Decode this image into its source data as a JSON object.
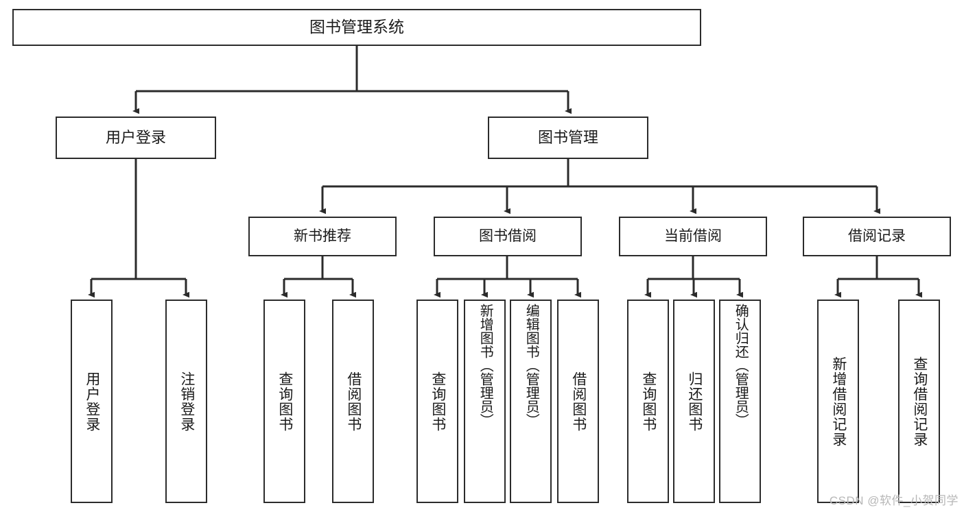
{
  "diagram": {
    "type": "tree",
    "title": "图书管理系统",
    "orientation": "top-down",
    "colors": {
      "box_border": "#2b2b2b",
      "box_fill": "#ffffff",
      "edge": "#2b2b2b",
      "text": "#1a1a1a",
      "watermark": "#b7b7b7",
      "background": "#ffffff"
    },
    "root": {
      "label": "图书管理系统"
    },
    "level2": [
      {
        "label": "用户登录"
      },
      {
        "label": "图书管理"
      }
    ],
    "level3": [
      {
        "label": "新书推荐"
      },
      {
        "label": "图书借阅"
      },
      {
        "label": "当前借阅"
      },
      {
        "label": "借阅记录"
      }
    ],
    "leaves": {
      "user_login": [
        {
          "label": "用户登录"
        },
        {
          "label": "注销登录"
        }
      ],
      "new_book_recommend": [
        {
          "label": "查询图书"
        },
        {
          "label": "借阅图书"
        }
      ],
      "book_borrow": [
        {
          "label": "查询图书"
        },
        {
          "label": "新增图书（管理员）"
        },
        {
          "label": "编辑图书（管理员）"
        },
        {
          "label": "借阅图书"
        }
      ],
      "current_borrow": [
        {
          "label": "查询图书"
        },
        {
          "label": "归还图书"
        },
        {
          "label": "确认归还（管理员）"
        }
      ],
      "borrow_record": [
        {
          "label": "新增借阅记录"
        },
        {
          "label": "查询借阅记录"
        }
      ]
    }
  },
  "watermark": {
    "text": "CSDN @软件_小贺同学"
  }
}
